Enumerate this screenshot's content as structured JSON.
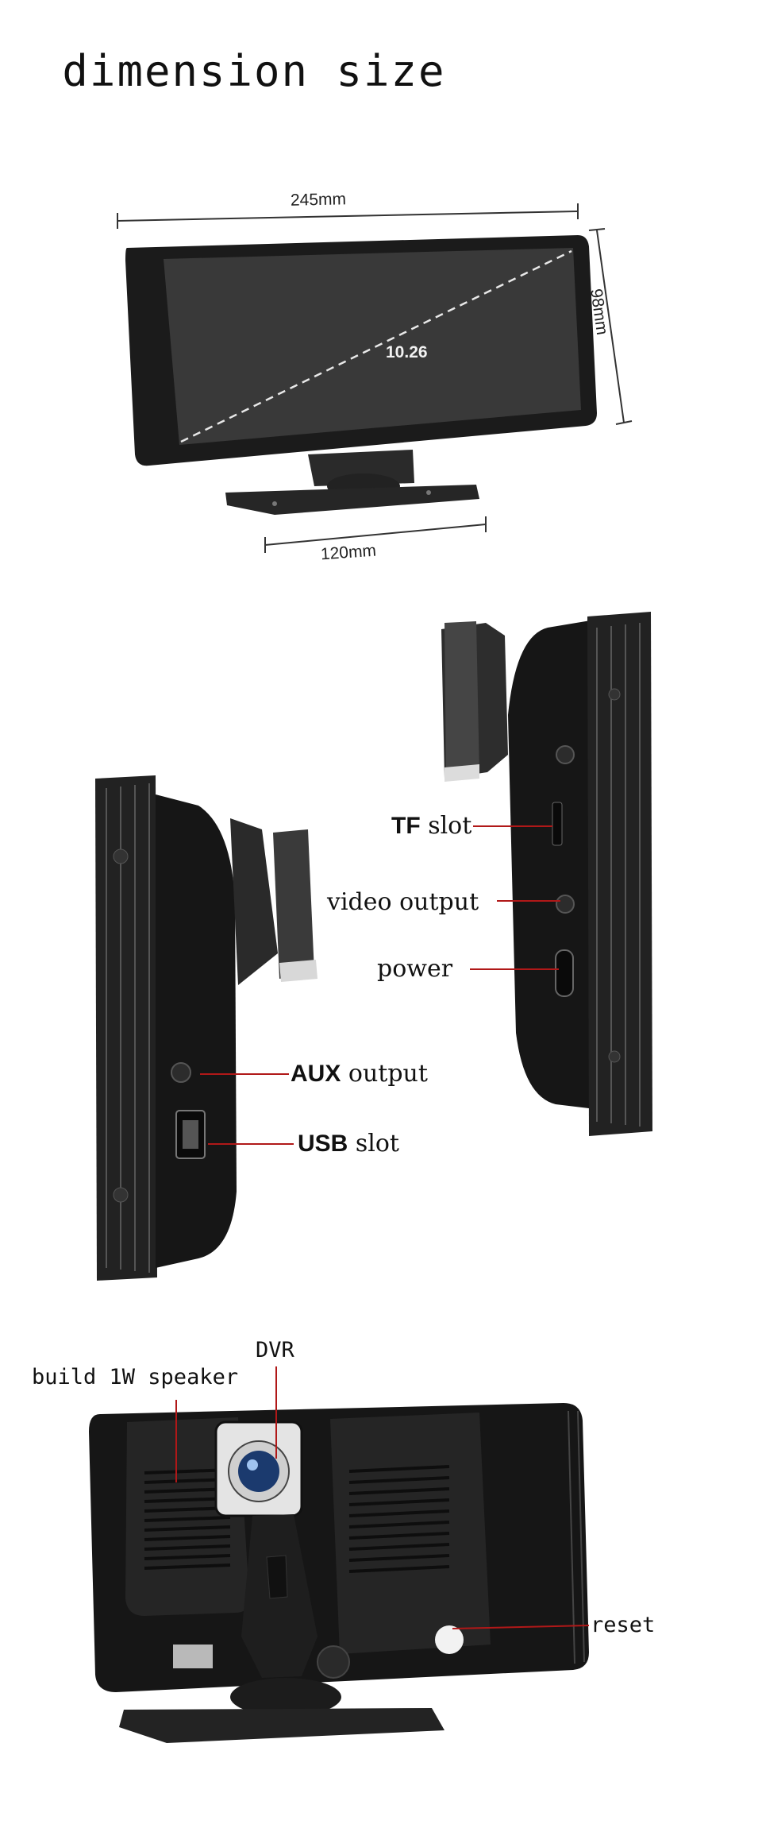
{
  "title": "dimension size",
  "front_view": {
    "width_label": "245mm",
    "height_label": "98mm",
    "diagonal_label": "10.26",
    "base_label": "120mm"
  },
  "side_left": {
    "aux_bold": "AUX",
    "aux_rest": " output",
    "usb_bold": "USB",
    "usb_rest": " slot"
  },
  "side_right": {
    "tf_bold": "TF",
    "tf_rest": " slot",
    "video_label": "video output",
    "power_label": "power"
  },
  "back_view": {
    "speaker_label": "build 1W speaker",
    "dvr_label": "DVR",
    "reset_label": "reset"
  },
  "colors": {
    "leader_line": "#b01818",
    "device": "#1e1e1e"
  }
}
